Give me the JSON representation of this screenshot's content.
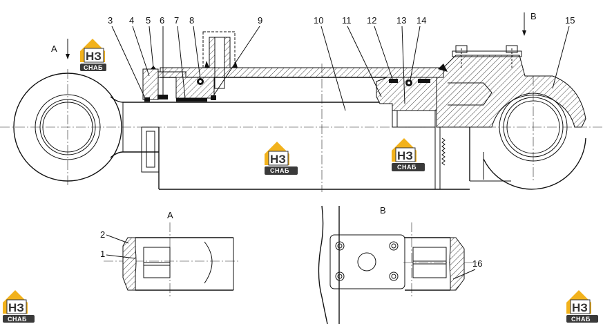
{
  "part_numbers": [
    "1",
    "2",
    "3",
    "4",
    "5",
    "6",
    "7",
    "8",
    "9",
    "10",
    "11",
    "12",
    "13",
    "14",
    "15",
    "16"
  ],
  "views": {
    "a": "A",
    "b": "B"
  },
  "watermark": {
    "line1": "НЗ",
    "line2": "СНАБ"
  }
}
